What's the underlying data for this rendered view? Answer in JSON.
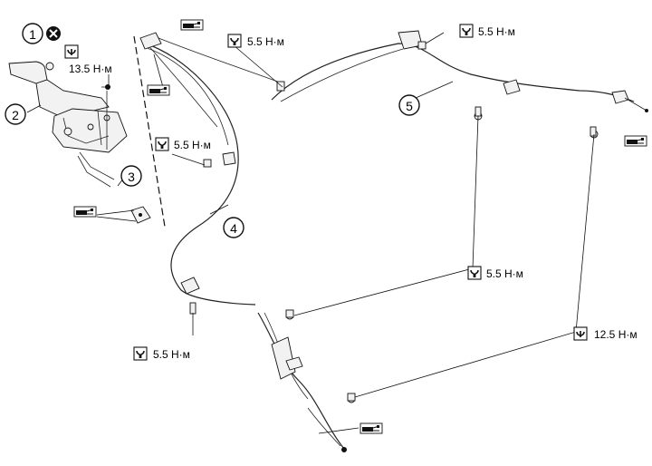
{
  "callouts": [
    {
      "id": "1",
      "label": "1"
    },
    {
      "id": "2",
      "label": "2"
    },
    {
      "id": "3",
      "label": "3"
    },
    {
      "id": "4",
      "label": "4"
    },
    {
      "id": "5",
      "label": "5"
    }
  ],
  "torques": {
    "lever": "13.5 Н·м",
    "mid_left": "5.5 Н·м",
    "top_center": "5.5 Н·м",
    "top_right": "5.5 Н·м",
    "bottom_left": "5.5 Н·м",
    "mid_right": "5.5 Н·м",
    "bottom_right": "12.5 Н·м"
  },
  "icons": {
    "do_not_reuse": "do-not-reuse-icon",
    "torque": "torque-wrench-icon",
    "fastener": "torque-spec-icon",
    "grease": "grease-application-icon"
  },
  "colors": {
    "line": "#222222",
    "background": "#ffffff"
  }
}
